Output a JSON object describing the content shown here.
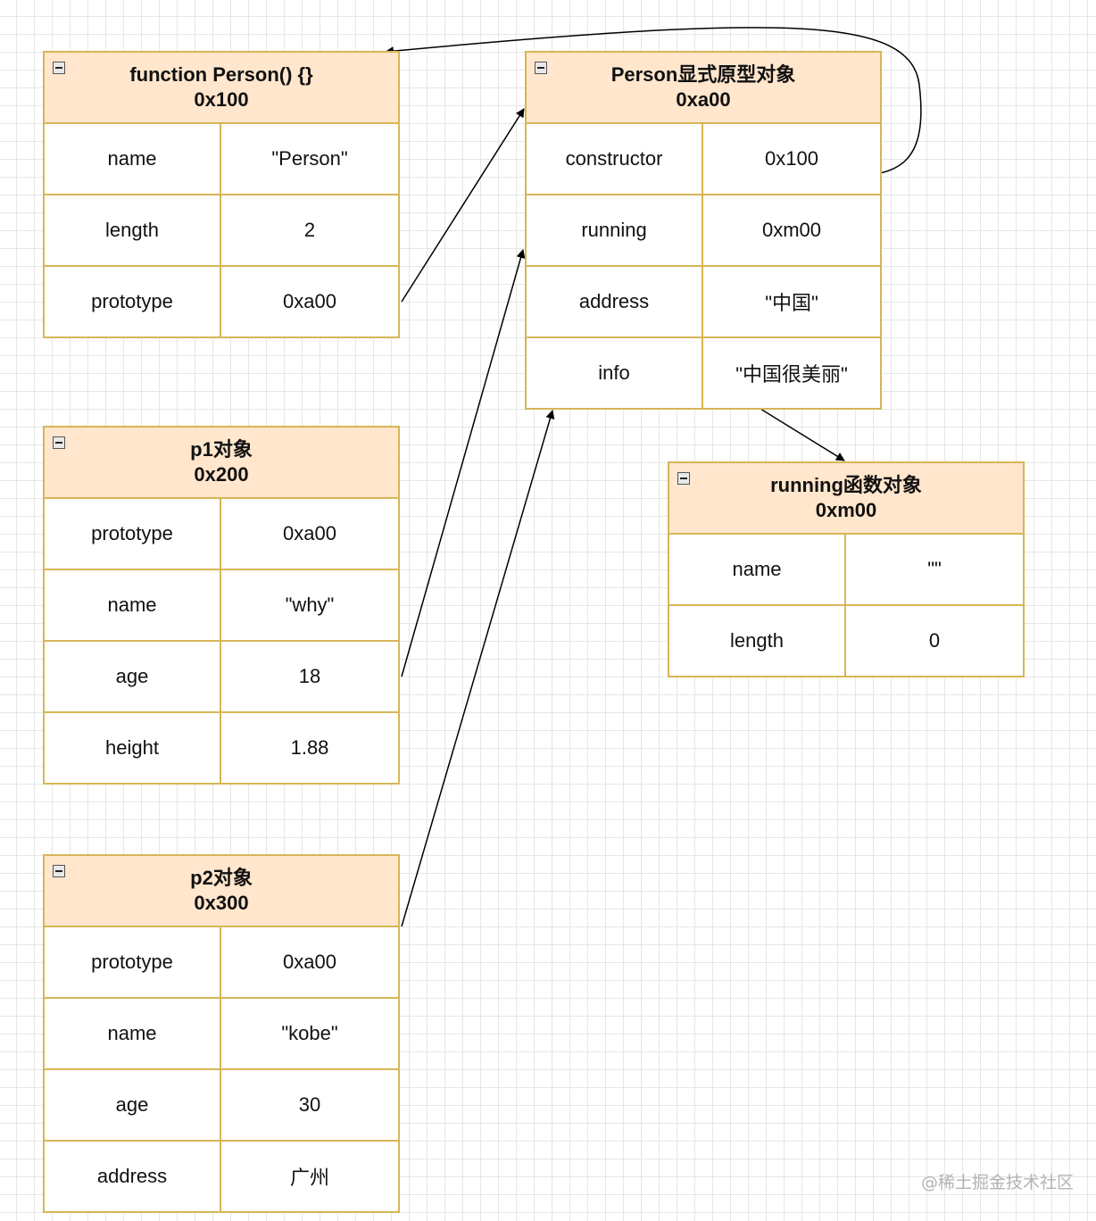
{
  "tables": {
    "person_fn": {
      "title": "function Person() {}",
      "address": "0x100",
      "rows": [
        {
          "key": "name",
          "value": "\"Person\""
        },
        {
          "key": "length",
          "value": "2"
        },
        {
          "key": "prototype",
          "value": "0xa00"
        }
      ]
    },
    "proto": {
      "title": "Person显式原型对象",
      "address": "0xa00",
      "rows": [
        {
          "key": "constructor",
          "value": "0x100"
        },
        {
          "key": "running",
          "value": "0xm00"
        },
        {
          "key": "address",
          "value": "\"中国\""
        },
        {
          "key": "info",
          "value": "\"中国很美丽\""
        }
      ]
    },
    "p1": {
      "title": "p1对象",
      "address": "0x200",
      "rows": [
        {
          "key": "prototype",
          "value": "0xa00"
        },
        {
          "key": "name",
          "value": "\"why\""
        },
        {
          "key": "age",
          "value": "18"
        },
        {
          "key": "height",
          "value": "1.88"
        }
      ]
    },
    "running_fn": {
      "title": "running函数对象",
      "address": "0xm00",
      "rows": [
        {
          "key": "name",
          "value": "\"\""
        },
        {
          "key": "length",
          "value": "0"
        }
      ]
    },
    "p2": {
      "title": "p2对象",
      "address": "0x300",
      "rows": [
        {
          "key": "prototype",
          "value": "0xa00"
        },
        {
          "key": "name",
          "value": "\"kobe\""
        },
        {
          "key": "age",
          "value": "30"
        },
        {
          "key": "address",
          "value": "广州"
        }
      ]
    }
  },
  "watermark": "@稀土掘金技术社区"
}
